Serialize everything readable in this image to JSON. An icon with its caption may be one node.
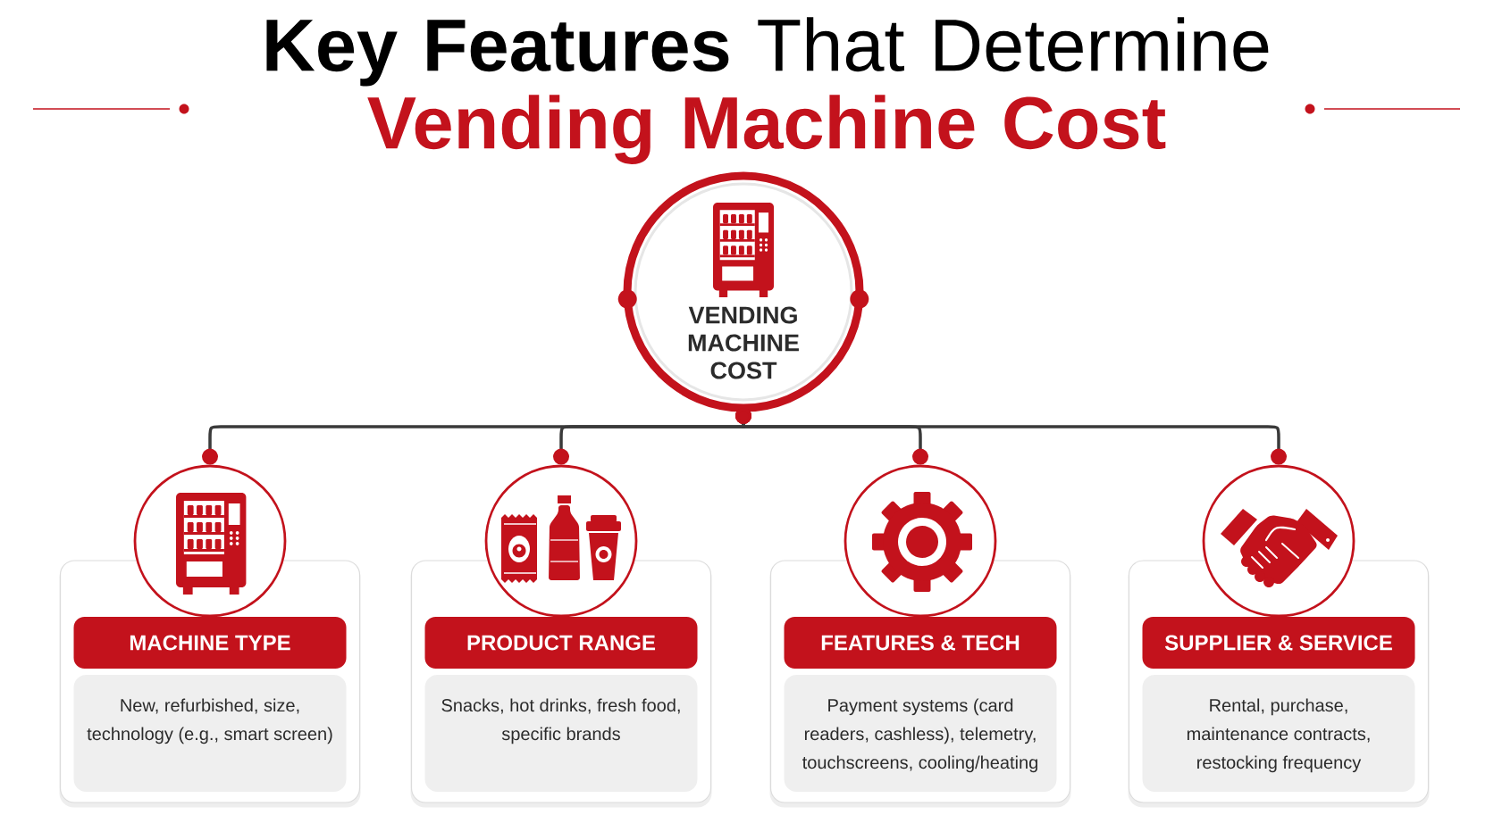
{
  "diagram": {
    "title": "**Key Features** That Determine **Vending Machine Cost**",
    "nodes": [
      {
        "text": [
          "VENDING MACHINE COST"
        ]
      },
      {
        "text": [],
        "shape": "circle"
      },
      {
        "text": [],
        "shape": "box"
      },
      {
        "text": [
          "MACHINE TYPE"
        ],
        "in": 2
      },
      {
        "text": [
          "New, refurbished, size, technology (e.g., smart screen)"
        ],
        "in": 2
      },
      {
        "text": [],
        "shape": "circle"
      },
      {
        "text": [],
        "shape": "box"
      },
      {
        "text": [
          "PRODUCT RANGE"
        ],
        "in": 6
      },
      {
        "text": [
          "Snacks, hot drinks, fresh food, specific brands"
        ],
        "in": 6
      },
      {
        "text": [],
        "shape": "circle"
      },
      {
        "text": [],
        "shape": "box"
      },
      {
        "text": [
          "FEATURES & TECH"
        ],
        "in": 10
      },
      {
        "text": [
          "Payment systems (card readers, cashless), telemetry, touchscreens, cooling/heating"
        ],
        "in": 10
      },
      {
        "text": [],
        "shape": "circle"
      },
      {
        "text": [],
        "shape": "box"
      },
      {
        "text": [
          "SUPPLIER & SERVICE"
        ],
        "in": 14
      },
      {
        "text": [
          "Rental, purchase, maintenance contracts, restocking frequency"
        ],
        "in": 14
      }
    ],
    "edges": [
      {
        "from": 0,
        "to": 1,
        "arrow": "other"
      },
      {
        "from": 0,
        "to": 5,
        "arrow": "other"
      },
      {
        "from": 0,
        "to": 9,
        "arrow": "other"
      },
      {
        "from": 0,
        "to": 13,
        "arrow": "other"
      }
    ]
  }
}
